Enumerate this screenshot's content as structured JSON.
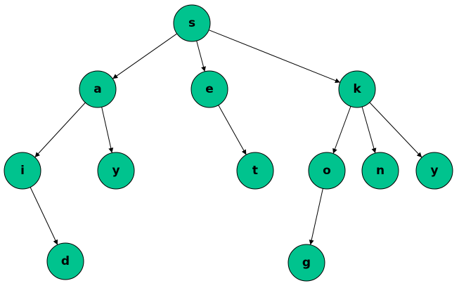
{
  "tree": {
    "node_color": "#00c38e",
    "edge_color": "#000000",
    "nodes": [
      {
        "id": "s",
        "label": "s"
      },
      {
        "id": "a",
        "label": "a"
      },
      {
        "id": "e",
        "label": "e"
      },
      {
        "id": "k",
        "label": "k"
      },
      {
        "id": "i",
        "label": "i"
      },
      {
        "id": "y1",
        "label": "y"
      },
      {
        "id": "t",
        "label": "t"
      },
      {
        "id": "o",
        "label": "o"
      },
      {
        "id": "n",
        "label": "n"
      },
      {
        "id": "y2",
        "label": "y"
      },
      {
        "id": "d",
        "label": "d"
      },
      {
        "id": "g",
        "label": "g"
      }
    ],
    "edges": [
      {
        "from": "s",
        "to": "a"
      },
      {
        "from": "s",
        "to": "e"
      },
      {
        "from": "s",
        "to": "k"
      },
      {
        "from": "a",
        "to": "i"
      },
      {
        "from": "a",
        "to": "y1"
      },
      {
        "from": "e",
        "to": "t"
      },
      {
        "from": "k",
        "to": "o"
      },
      {
        "from": "k",
        "to": "n"
      },
      {
        "from": "k",
        "to": "y2"
      },
      {
        "from": "i",
        "to": "d"
      },
      {
        "from": "o",
        "to": "g"
      }
    ]
  }
}
